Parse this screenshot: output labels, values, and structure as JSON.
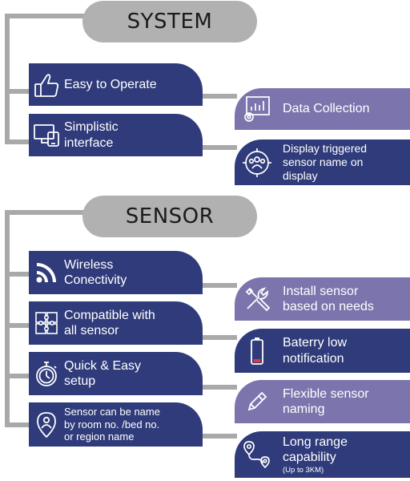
{
  "system": {
    "title": "SYSTEM",
    "left": [
      {
        "label": "Easy to Operate",
        "icon": "thumbs-up-icon"
      },
      {
        "label": "Simplistic\ninterface",
        "icon": "devices-icon"
      }
    ],
    "right": [
      {
        "label": "Data Collection",
        "icon": "chart-gear-icon"
      },
      {
        "label": "Display triggered\nsensor name on\ndisplay",
        "icon": "people-target-icon"
      }
    ]
  },
  "sensor": {
    "title": "SENSOR",
    "left": [
      {
        "label": "Wireless\nConectivity",
        "icon": "wifi-icon"
      },
      {
        "label": "Compatible with\nall sensor",
        "icon": "puzzle-icon"
      },
      {
        "label": "Quick & Easy\nsetup",
        "icon": "stopwatch-icon"
      },
      {
        "label": "Sensor can be name\nby room no. /bed no.\nor region name",
        "icon": "location-person-icon"
      }
    ],
    "right": [
      {
        "label": "Install sensor\nbased on needs",
        "icon": "tools-icon"
      },
      {
        "label": "Baterry low\nnotification",
        "icon": "battery-low-icon"
      },
      {
        "label": "Flexible sensor\nnaming",
        "icon": "pencil-icon"
      },
      {
        "label": "Long range\ncapability",
        "sublabel": "(Up to 3KM)",
        "icon": "route-pin-icon"
      }
    ]
  },
  "colors": {
    "dark": "#2f3b7a",
    "light": "#7c75ad",
    "header": "#b1b1b1",
    "connector": "#a9a9a9"
  }
}
